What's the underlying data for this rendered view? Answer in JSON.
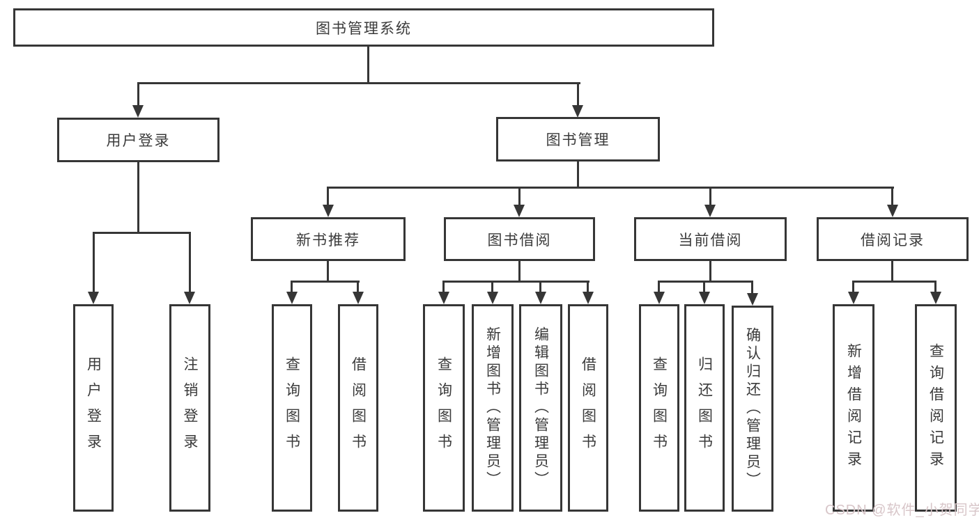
{
  "diagram": {
    "title": "图书管理系统",
    "nodes": {
      "root": {
        "label": "图书管理系统"
      },
      "user_login": {
        "label": "用户登录"
      },
      "book_mgmt": {
        "label": "图书管理"
      },
      "new_book_rec": {
        "label": "新书推荐"
      },
      "book_borrow": {
        "label": "图书借阅"
      },
      "current_borrow": {
        "label": "当前借阅"
      },
      "borrow_records": {
        "label": "借阅记录"
      },
      "login": {
        "label": "用户登录"
      },
      "logout": {
        "label": "注销登录"
      },
      "query_book_rec": {
        "label": "查询图书"
      },
      "borrow_book_rec": {
        "label": "借阅图书"
      },
      "query_book_borrow": {
        "label": "查询图书"
      },
      "add_book_admin": {
        "label": "新增图书（管理员）"
      },
      "edit_book_admin": {
        "label": "编辑图书（管理员）"
      },
      "borrow_book_borrow": {
        "label": "借阅图书"
      },
      "query_book_current": {
        "label": "查询图书"
      },
      "return_book": {
        "label": "归还图书"
      },
      "confirm_return_admin": {
        "label": "确认归还（管理员）"
      },
      "add_borrow_record": {
        "label": "新增借阅记录"
      },
      "query_borrow_record": {
        "label": "查询借阅记录"
      }
    },
    "edges": [
      {
        "from": "root",
        "to": [
          "user_login",
          "book_mgmt"
        ]
      },
      {
        "from": "user_login",
        "to": [
          "login",
          "logout"
        ]
      },
      {
        "from": "book_mgmt",
        "to": [
          "new_book_rec",
          "book_borrow",
          "current_borrow",
          "borrow_records"
        ]
      },
      {
        "from": "new_book_rec",
        "to": [
          "query_book_rec",
          "borrow_book_rec"
        ]
      },
      {
        "from": "book_borrow",
        "to": [
          "query_book_borrow",
          "add_book_admin",
          "edit_book_admin",
          "borrow_book_borrow"
        ]
      },
      {
        "from": "current_borrow",
        "to": [
          "query_book_current",
          "return_book",
          "confirm_return_admin"
        ]
      },
      {
        "from": "borrow_records",
        "to": [
          "add_borrow_record",
          "query_borrow_record"
        ]
      }
    ]
  },
  "colors": {
    "line": "#363636",
    "text": "#3b3b3b",
    "background": "#ffffff",
    "watermark": "#d8c6c9"
  },
  "watermark": {
    "text": "CSDN @软件_小贺同学"
  }
}
